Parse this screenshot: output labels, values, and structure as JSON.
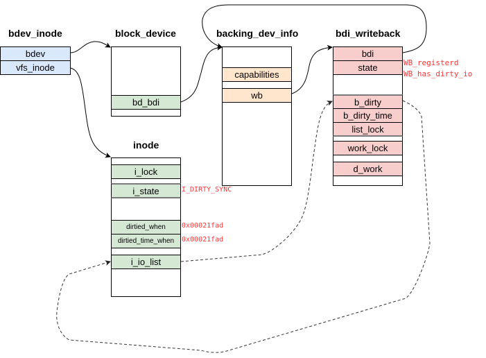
{
  "structs": {
    "bdev_inode": {
      "title": "bdev_inode",
      "fields": [
        "bdev",
        "vfs_inode"
      ],
      "color": "#dae8fc"
    },
    "block_device": {
      "title": "block_device",
      "fields": [
        "bd_bdi"
      ],
      "color": "#d5e8d4"
    },
    "backing_dev_info": {
      "title": "backing_dev_info",
      "fields": [
        "capabilities",
        "wb"
      ],
      "color": "#ffe6cc"
    },
    "bdi_writeback": {
      "title": "bdi_writeback",
      "fields": [
        "bdi",
        "state",
        "b_dirty",
        "b_dirty_time",
        "list_lock",
        "work_lock",
        "d_work"
      ],
      "color": "#f8cecc"
    },
    "inode": {
      "title": "inode",
      "fields": [
        "i_lock",
        "i_state",
        "dirtied_when",
        "dirtied_time_when",
        "i_io_list"
      ],
      "color": "#d5e8d4"
    }
  },
  "annotations": {
    "wb_state_1": "WB_registerd",
    "wb_state_2": "WB_has_dirty_io",
    "i_state": "I_DIRTY_SYNC",
    "dirtied_when": "0x00021fad",
    "dirtied_time_when": "0x00021fad"
  },
  "links": [
    {
      "from": "bdev_inode.bdev",
      "to": "block_device",
      "style": "solid"
    },
    {
      "from": "bdev_inode.vfs_inode",
      "to": "inode",
      "style": "solid"
    },
    {
      "from": "block_device.bd_bdi",
      "to": "backing_dev_info",
      "style": "solid"
    },
    {
      "from": "backing_dev_info.wb",
      "to": "bdi_writeback",
      "style": "solid"
    },
    {
      "from": "bdi_writeback.bdi",
      "to": "backing_dev_info",
      "style": "solid"
    },
    {
      "from": "inode.i_io_list",
      "to": "bdi_writeback.b_dirty",
      "style": "dashed"
    },
    {
      "from": "bdi_writeback.b_dirty",
      "to": "inode.i_io_list",
      "style": "dashed"
    }
  ],
  "colors": {
    "annotation": "#ff3333",
    "blue": "#dae8fc",
    "green": "#d5e8d4",
    "orange": "#ffe6cc",
    "pink": "#f8cecc"
  }
}
